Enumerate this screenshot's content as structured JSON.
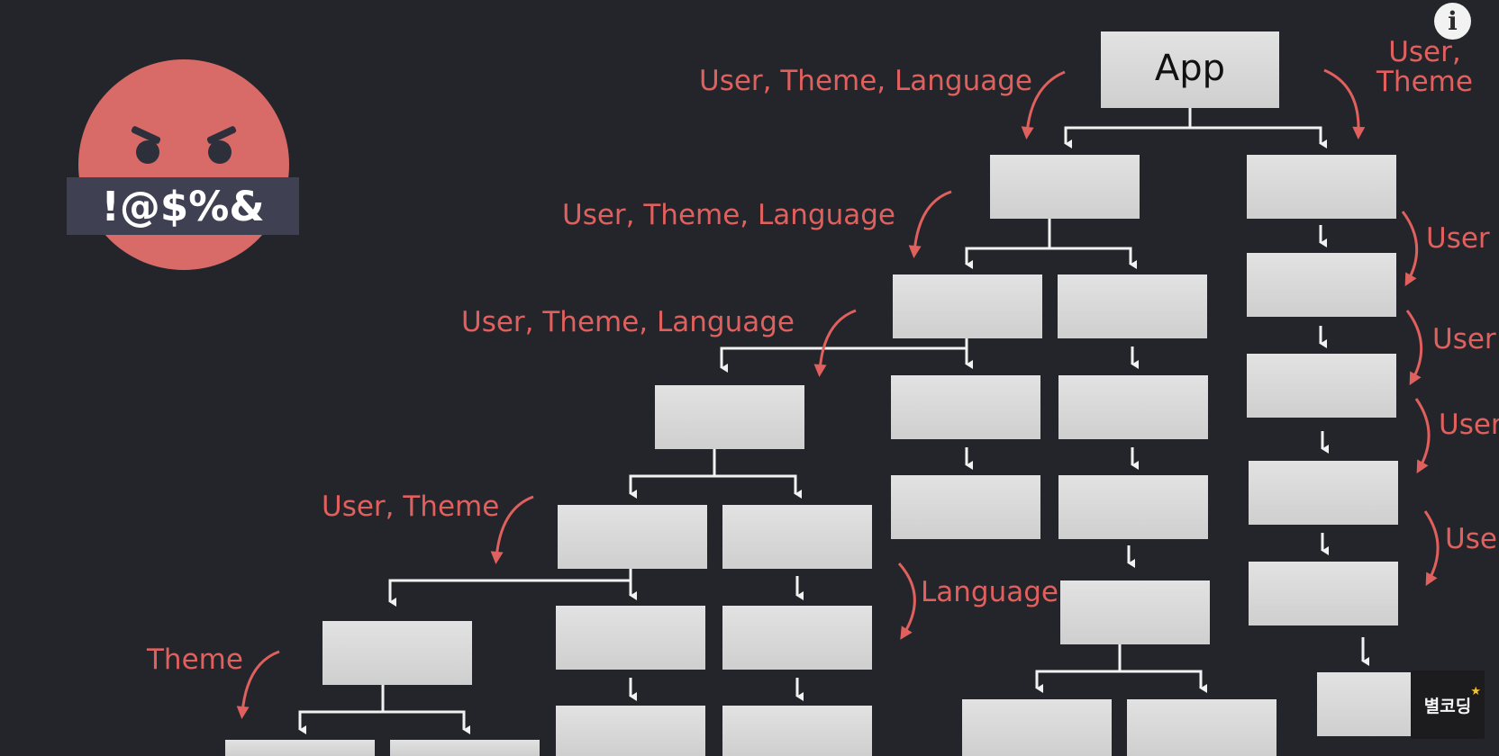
{
  "diagram": {
    "root_label": "App",
    "labels": {
      "top_left": "User, Theme, Language",
      "top_right": "User,\nTheme",
      "level2": "User, Theme, Language",
      "level3": "User, Theme, Language",
      "level4": "User, Theme",
      "level5": "Theme",
      "language": "Language",
      "user1": "User",
      "user2": "User",
      "user3": "User",
      "user4": "User"
    },
    "colors": {
      "background": "#24252b",
      "annotation": "#e0605e",
      "box": "#dadada",
      "connector": "#f2f2f2"
    }
  },
  "face": {
    "text": "!@$%&",
    "color": "#d86b68"
  },
  "info_icon": "i",
  "watermark": {
    "text": "별코딩",
    "star": "★"
  }
}
